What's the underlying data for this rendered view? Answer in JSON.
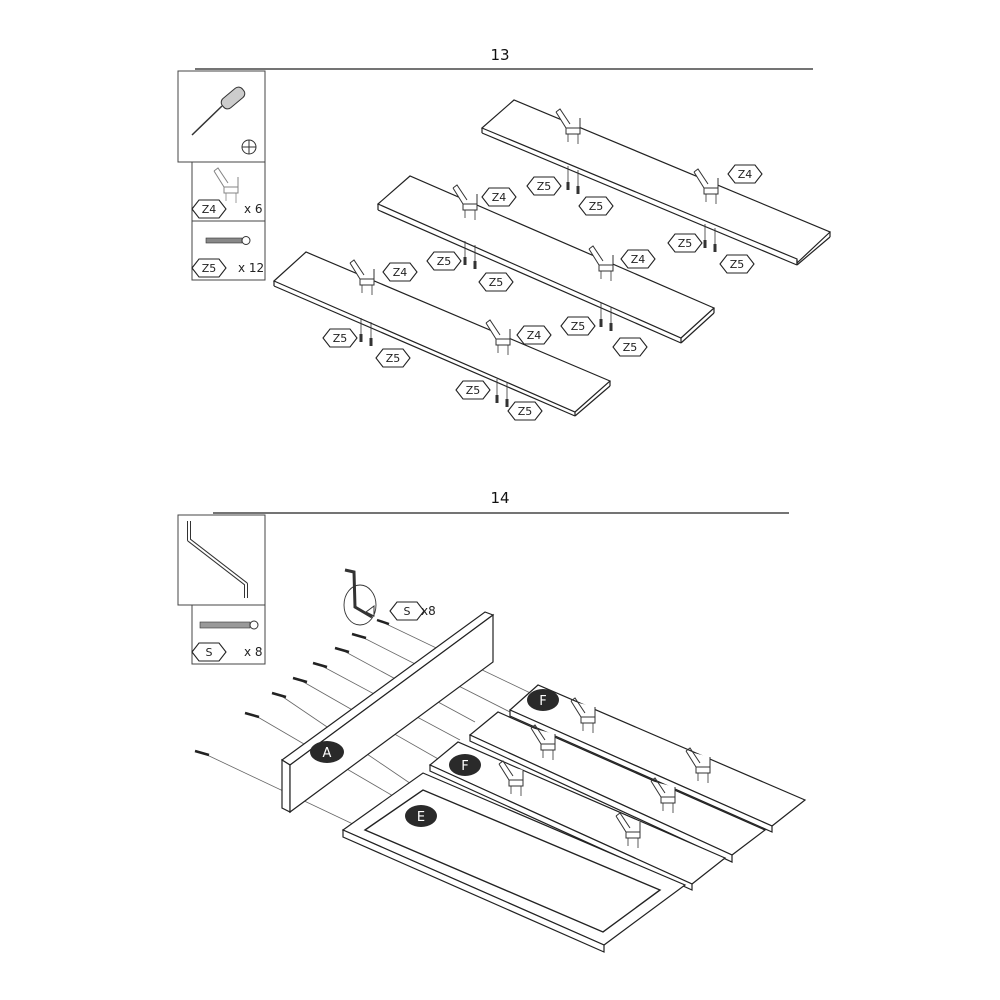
{
  "steps": [
    {
      "number": "13",
      "tool": "phillips-screwdriver",
      "parts": [
        {
          "code": "Z4",
          "qty": "x 6",
          "icon": "coat-hook"
        },
        {
          "code": "Z5",
          "qty": "x 12",
          "icon": "screw"
        }
      ],
      "callouts": {
        "hook": "Z4",
        "screw": "Z5"
      }
    },
    {
      "number": "14",
      "tool": "allen-key",
      "parts": [
        {
          "code": "S",
          "qty": "x 8",
          "icon": "bolt"
        }
      ],
      "callout": {
        "code": "S",
        "qty": "x8"
      },
      "panels": [
        "A",
        "F",
        "F",
        "E"
      ]
    }
  ]
}
